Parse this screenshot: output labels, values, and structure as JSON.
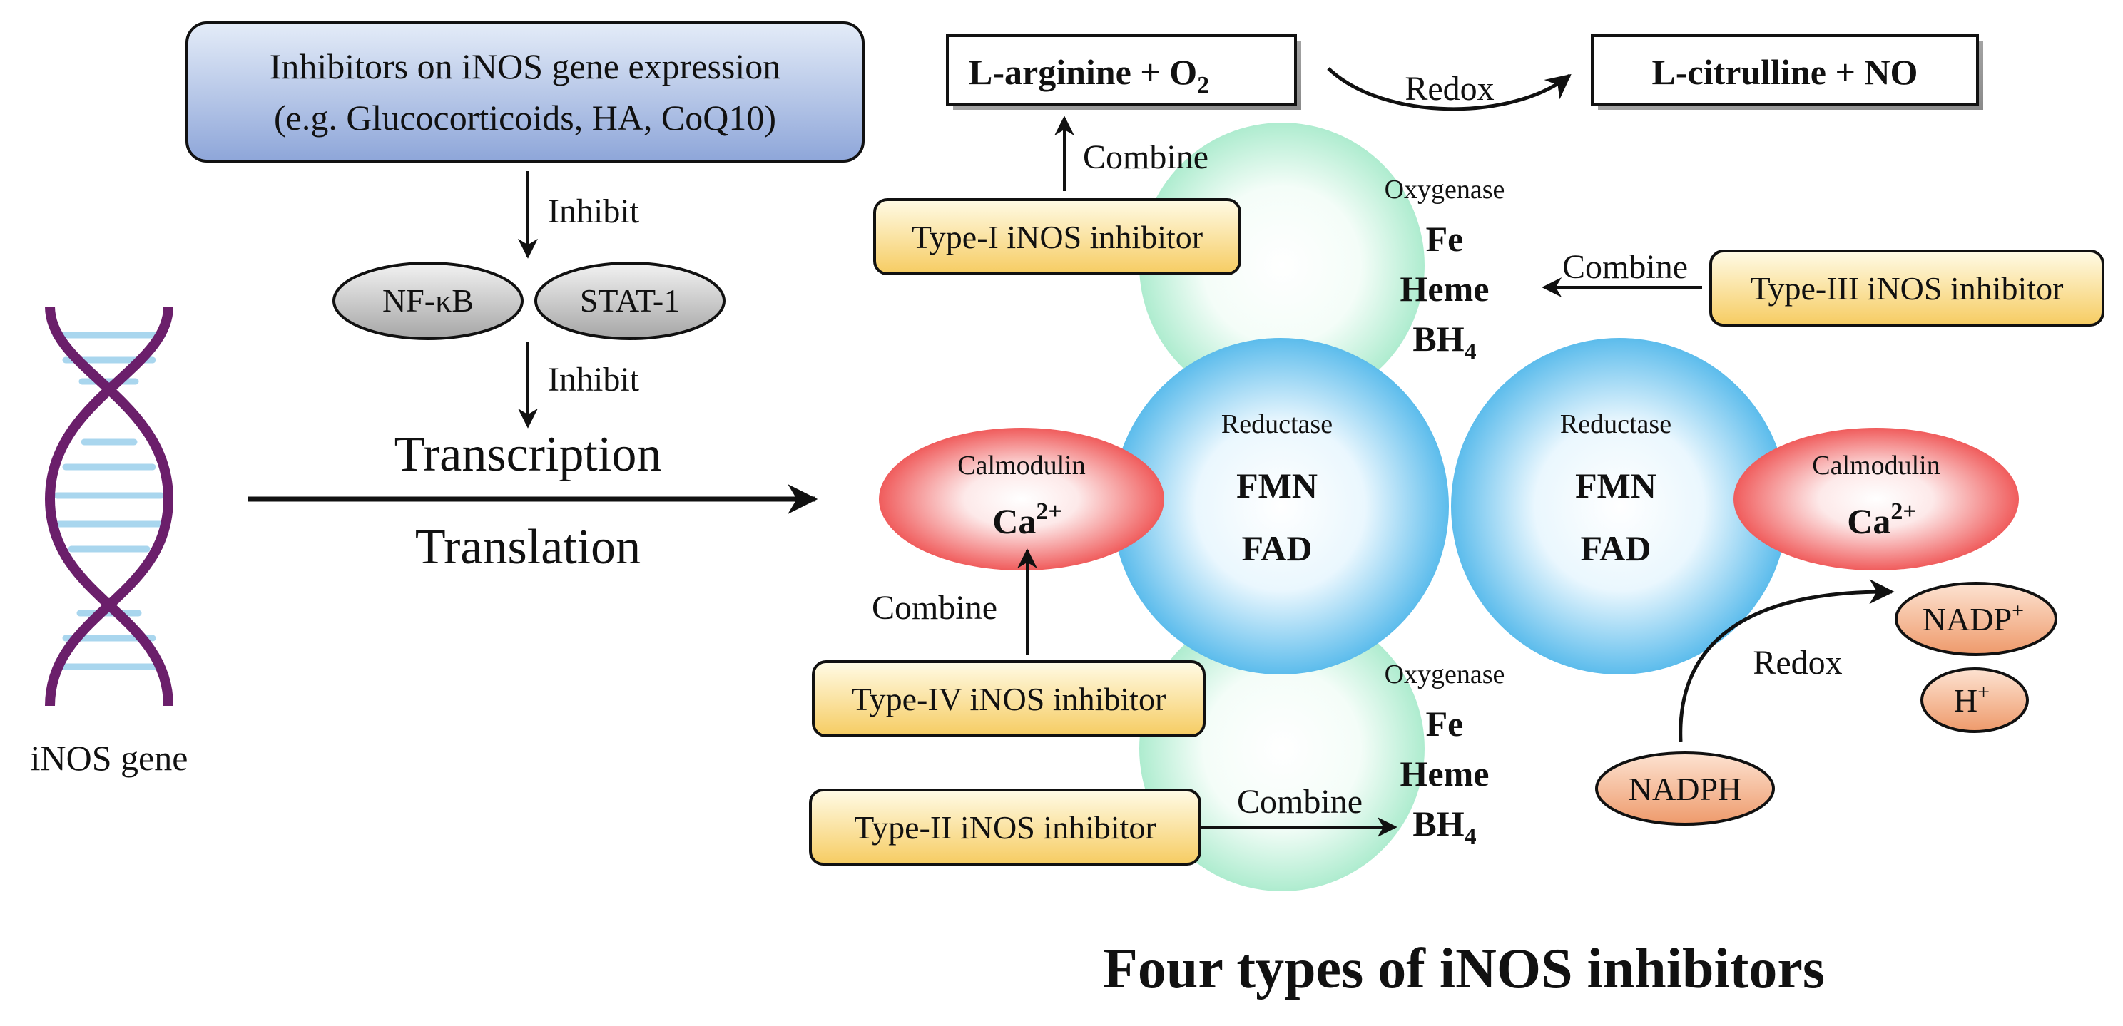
{
  "expression_box": {
    "line1": "Inhibitors on iNOS gene expression",
    "line2": "(e.g. Glucocorticoids, HA, CoQ10)"
  },
  "inhibit_label_1": "Inhibit",
  "inhibit_label_2": "Inhibit",
  "factors": [
    "NF-κB",
    "STAT-1"
  ],
  "transcription": "Transcription",
  "translation": "Translation",
  "gene_label": "iNOS gene",
  "reaction": {
    "left_main": "L-arginine  +  O",
    "left_sub": "2",
    "arrow_label": "Redox",
    "right": "L-citrulline  +  NO"
  },
  "inhibitors": {
    "type1": "Type-I iNOS inhibitor",
    "type2": "Type-II iNOS inhibitor",
    "type3": "Type-III iNOS inhibitor",
    "type4": "Type-IV iNOS inhibitor"
  },
  "combine_labels": {
    "type1": "Combine",
    "type2": "Combine",
    "type3": "Combine",
    "type4": "Combine"
  },
  "oxygenase_top": {
    "title": "Oxygenase",
    "line1": "Fe",
    "line2": "Heme",
    "line3_main": "BH",
    "line3_sub": "4"
  },
  "oxygenase_bottom": {
    "title": "Oxygenase",
    "line1": "Fe",
    "line2": "Heme",
    "line3_main": "BH",
    "line3_sub": "4"
  },
  "reductase_left": {
    "title": "Reductase",
    "line1": "FMN",
    "line2": "FAD"
  },
  "reductase_right": {
    "title": "Reductase",
    "line1": "FMN",
    "line2": "FAD"
  },
  "calmodulin_left": {
    "title": "Calmodulin",
    "ion_main": "Ca",
    "ion_sup": "2+"
  },
  "calmodulin_right": {
    "title": "Calmodulin",
    "ion_main": "Ca",
    "ion_sup": "2+"
  },
  "nadph": "NADPH",
  "nadp_main": "NADP",
  "nadp_sup": "+",
  "h_main": "H",
  "h_sup": "+",
  "redox_label_2": "Redox",
  "title": "Four types of iNOS inhibitors",
  "colors": {
    "box_blue_top": "#dfe8f7",
    "box_blue_bottom": "#8fa6d8",
    "inhibitor_top": "#fff7d6",
    "inhibitor_bottom": "#f7cf6a",
    "oxygenase": "#b9f0d6",
    "reductase": "#6fc6f0",
    "calmodulin": "#f26b6b",
    "nad": "#f3a57a",
    "grey_ellipse": "#b5b5b5",
    "dna_strand": "#6b1f6b",
    "dna_rung": "#a9d6ee"
  }
}
